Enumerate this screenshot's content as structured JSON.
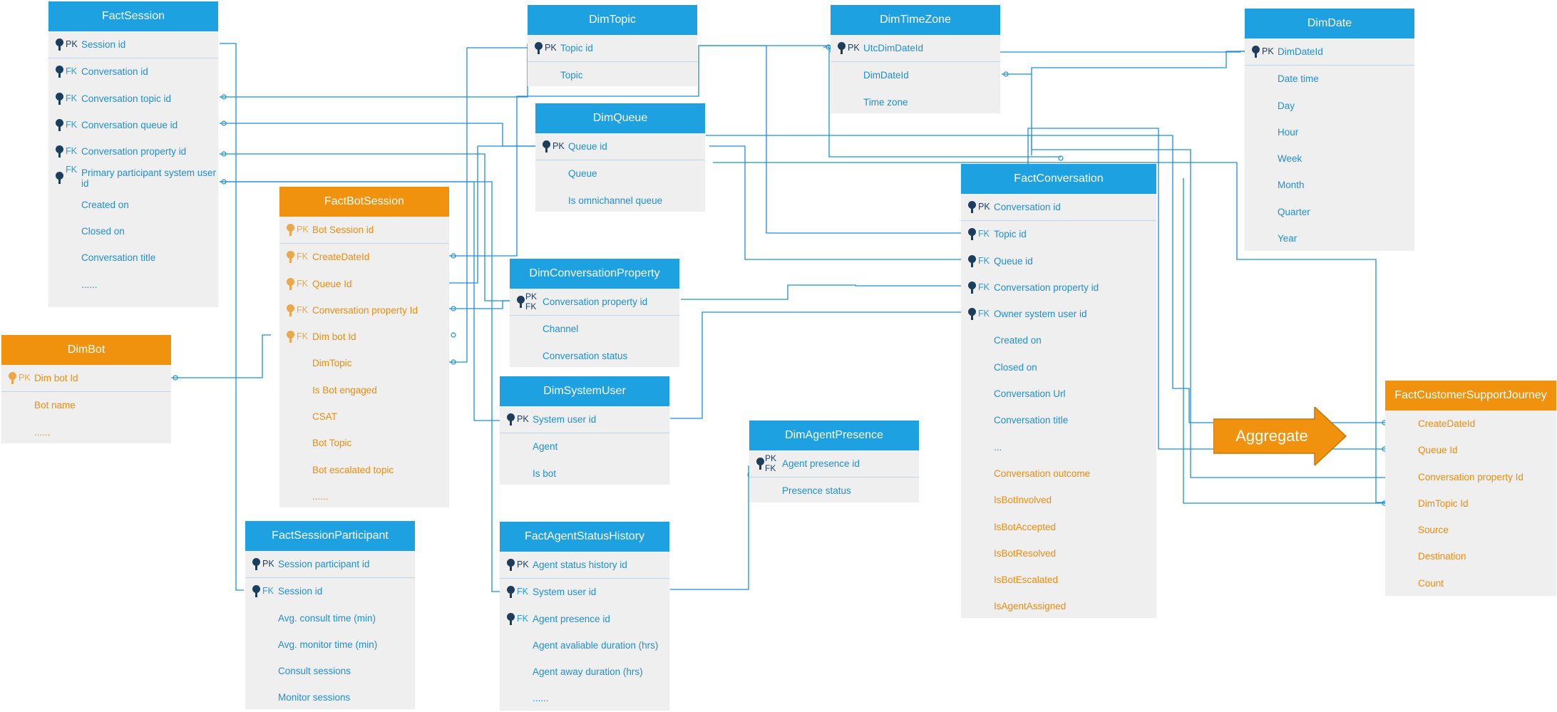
{
  "colors": {
    "blue": "#1ea1e1",
    "orange": "#f0920d",
    "line": "#1f8fd2",
    "key_icon": "#1d3d5c"
  },
  "tables": {
    "factsession": {
      "title": "FactSession",
      "rows": [
        {
          "key": "PK",
          "label": "Session id"
        },
        {
          "key": "FK",
          "label": "Conversation id"
        },
        {
          "key": "FK",
          "label": "Conversation topic id"
        },
        {
          "key": "FK",
          "label": "Conversation queue id"
        },
        {
          "key": "FK",
          "label": "Conversation property id"
        },
        {
          "key": "FK",
          "label": "Primary participant system user id"
        },
        {
          "key": "",
          "label": "Created on"
        },
        {
          "key": "",
          "label": "Closed on"
        },
        {
          "key": "",
          "label": "Conversation title"
        },
        {
          "key": "",
          "label": "......"
        }
      ]
    },
    "factbotsession": {
      "title": "FactBotSession",
      "rows": [
        {
          "key": "PK",
          "label": "Bot Session id"
        },
        {
          "key": "FK",
          "label": "CreateDateId"
        },
        {
          "key": "FK",
          "label": "Queue Id"
        },
        {
          "key": "FK",
          "label": "Conversation property Id"
        },
        {
          "key": "FK",
          "label": "Dim bot Id"
        },
        {
          "key": "",
          "label": "DimTopic"
        },
        {
          "key": "",
          "label": "Is Bot engaged"
        },
        {
          "key": "",
          "label": "CSAT"
        },
        {
          "key": "",
          "label": "Bot Topic"
        },
        {
          "key": "",
          "label": "Bot escalated topic"
        },
        {
          "key": "",
          "label": "......"
        }
      ]
    },
    "dimbot": {
      "title": "DimBot",
      "rows": [
        {
          "key": "PK",
          "label": "Dim bot Id"
        },
        {
          "key": "",
          "label": "Bot name"
        },
        {
          "key": "",
          "label": "......"
        }
      ]
    },
    "factsessionparticipant": {
      "title": "FactSessionParticipant",
      "rows": [
        {
          "key": "PK",
          "label": "Session participant id"
        },
        {
          "key": "FK",
          "label": "Session id"
        },
        {
          "key": "",
          "label": "Avg. consult time (min)"
        },
        {
          "key": "",
          "label": "Avg. monitor time (min)"
        },
        {
          "key": "",
          "label": "Consult sessions"
        },
        {
          "key": "",
          "label": "Monitor sessions"
        }
      ]
    },
    "dimtopic": {
      "title": "DimTopic",
      "rows": [
        {
          "key": "PK",
          "label": "Topic id"
        },
        {
          "key": "",
          "label": "Topic"
        }
      ]
    },
    "dimqueue": {
      "title": "DimQueue",
      "rows": [
        {
          "key": "PK",
          "label": "Queue id"
        },
        {
          "key": "",
          "label": "Queue"
        },
        {
          "key": "",
          "label": "Is omnichannel queue"
        }
      ]
    },
    "dimconversationproperty": {
      "title": "DimConversationProperty",
      "rows": [
        {
          "key": "PKFK",
          "label": "Conversation property id"
        },
        {
          "key": "",
          "label": "Channel"
        },
        {
          "key": "",
          "label": "Conversation status"
        }
      ]
    },
    "dimsystemuser": {
      "title": "DimSystemUser",
      "rows": [
        {
          "key": "PK",
          "label": "System user id"
        },
        {
          "key": "",
          "label": "Agent"
        },
        {
          "key": "",
          "label": "Is bot"
        }
      ]
    },
    "factagentstatushistory": {
      "title": "FactAgentStatusHistory",
      "rows": [
        {
          "key": "PK",
          "label": "Agent status history id"
        },
        {
          "key": "FK",
          "label": "System user id"
        },
        {
          "key": "FK",
          "label": "Agent presence id"
        },
        {
          "key": "",
          "label": "Agent avaliable duration (hrs)"
        },
        {
          "key": "",
          "label": "Agent away duration (hrs)"
        },
        {
          "key": "",
          "label": "......"
        }
      ]
    },
    "dimtimezone": {
      "title": "DimTimeZone",
      "rows": [
        {
          "key": "PK",
          "label": "UtcDimDateId"
        },
        {
          "key": "",
          "label": "DimDateId"
        },
        {
          "key": "",
          "label": "Time zone"
        }
      ]
    },
    "dimagentpresence": {
      "title": "DimAgentPresence",
      "rows": [
        {
          "key": "PKFK",
          "label": "Agent presence id"
        },
        {
          "key": "",
          "label": "Presence status"
        }
      ]
    },
    "factconversation": {
      "title": "FactConversation",
      "rows": [
        {
          "key": "PK",
          "label": "Conversation id"
        },
        {
          "key": "FK",
          "label": "Topic id"
        },
        {
          "key": "FK",
          "label": "Queue id"
        },
        {
          "key": "FK",
          "label": "Conversation property id"
        },
        {
          "key": "FK",
          "label": "Owner system user id"
        },
        {
          "key": "",
          "label": "Created on"
        },
        {
          "key": "",
          "label": "Closed on"
        },
        {
          "key": "",
          "label": "Conversation Url"
        },
        {
          "key": "",
          "label": "Conversation title"
        },
        {
          "key": "",
          "label": "..."
        },
        {
          "key": "",
          "label": "Conversation outcome",
          "orange": true
        },
        {
          "key": "",
          "label": "IsBotInvolved",
          "orange": true
        },
        {
          "key": "",
          "label": "IsBotAccepted",
          "orange": true
        },
        {
          "key": "",
          "label": "IsBotResolved",
          "orange": true
        },
        {
          "key": "",
          "label": "IsBotEscalated",
          "orange": true
        },
        {
          "key": "",
          "label": "IsAgentAssigned",
          "orange": true
        }
      ]
    },
    "dimdate": {
      "title": "DimDate",
      "rows": [
        {
          "key": "PK",
          "label": "DimDateId"
        },
        {
          "key": "",
          "label": "Date time"
        },
        {
          "key": "",
          "label": "Day"
        },
        {
          "key": "",
          "label": "Hour"
        },
        {
          "key": "",
          "label": "Week"
        },
        {
          "key": "",
          "label": "Month"
        },
        {
          "key": "",
          "label": "Quarter"
        },
        {
          "key": "",
          "label": "Year"
        }
      ]
    },
    "factcustomersupportjourney": {
      "title": "FactCustomerSupportJourney",
      "rows": [
        {
          "key": "",
          "label": "CreateDateId"
        },
        {
          "key": "",
          "label": "Queue Id"
        },
        {
          "key": "",
          "label": "Conversation property Id"
        },
        {
          "key": "",
          "label": "DimTopic Id"
        },
        {
          "key": "",
          "label": "Source"
        },
        {
          "key": "",
          "label": "Destination"
        },
        {
          "key": "",
          "label": "Count"
        }
      ]
    }
  },
  "aggregate_label": "Aggregate"
}
